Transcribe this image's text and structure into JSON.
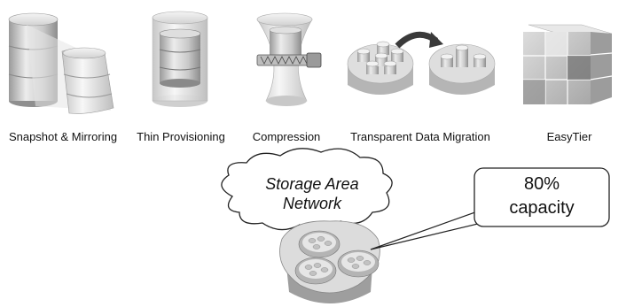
{
  "features": [
    {
      "label": "Snapshot & Mirroring",
      "icon": "snapshot-mirroring-icon"
    },
    {
      "label": "Thin Provisioning",
      "icon": "thin-provisioning-icon"
    },
    {
      "label": "Compression",
      "icon": "compression-icon"
    },
    {
      "label": "Transparent Data Migration",
      "icon": "data-migration-icon"
    },
    {
      "label": "EasyTier",
      "icon": "easytier-icon"
    }
  ],
  "network": {
    "cloud_line1": "Storage Area",
    "cloud_line2": "Network",
    "callout_line1": "80%",
    "callout_line2": "capacity",
    "storage_icon": "storage-pool-icon"
  },
  "colors": {
    "light_gray": "#e4e4e4",
    "mid_gray": "#b8b8b8",
    "dark_gray": "#7a7a7a",
    "stroke": "#222222"
  }
}
